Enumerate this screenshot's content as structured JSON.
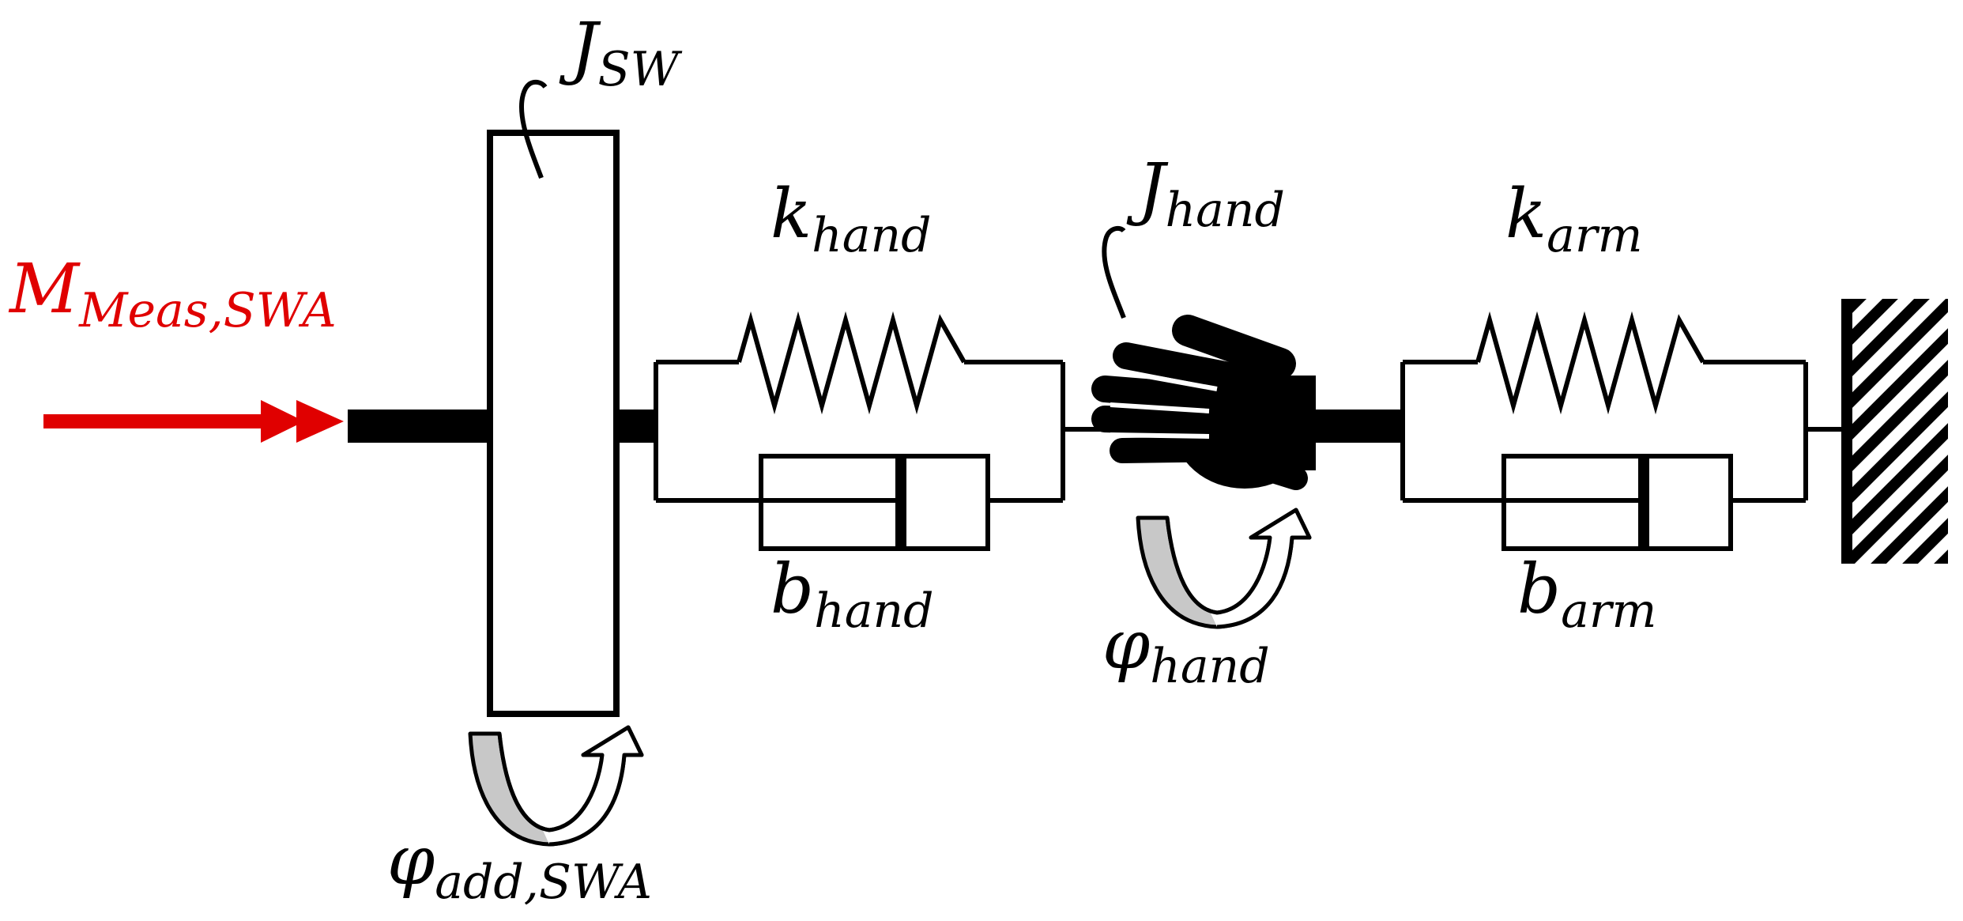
{
  "labels": {
    "torque_input": {
      "main": "M",
      "sub": "Meas,SWA"
    },
    "wheel_inertia": {
      "main": "J",
      "sub": "SW"
    },
    "hand_stiffness": {
      "main": "k",
      "sub": "hand"
    },
    "hand_damping": {
      "main": "b",
      "sub": "hand"
    },
    "hand_inertia": {
      "main": "J",
      "sub": "hand"
    },
    "hand_angle": {
      "main": "φ",
      "sub": "hand"
    },
    "arm_stiffness": {
      "main": "k",
      "sub": "arm"
    },
    "arm_damping": {
      "main": "b",
      "sub": "arm"
    },
    "additional_angle": {
      "main": "φ",
      "sub": "add,SWA"
    }
  },
  "colors": {
    "input_arrow": "#e00000",
    "line": "#000000",
    "rotation_arrow_fill": "#c8c8c8"
  },
  "icons": {
    "hand": "hand-icon",
    "ground": "fixed-wall-hatch-icon"
  }
}
